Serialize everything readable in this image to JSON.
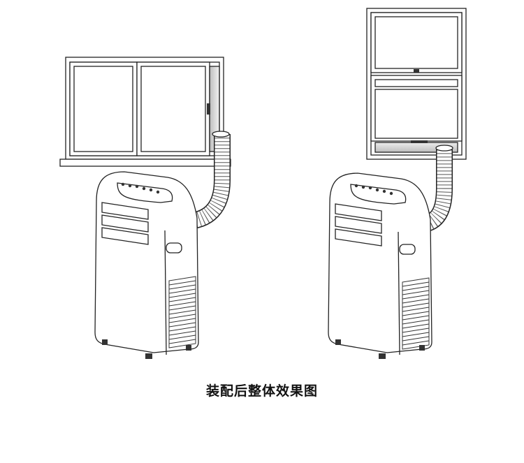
{
  "caption": "装配后整体效果图",
  "colors": {
    "line": "#222222",
    "fill": "#ffffff",
    "shade": "#d9d9d9",
    "dark": "#333333"
  },
  "scenes": [
    {
      "id": "sliding-window-install"
    },
    {
      "id": "vertical-sash-window-install"
    }
  ]
}
